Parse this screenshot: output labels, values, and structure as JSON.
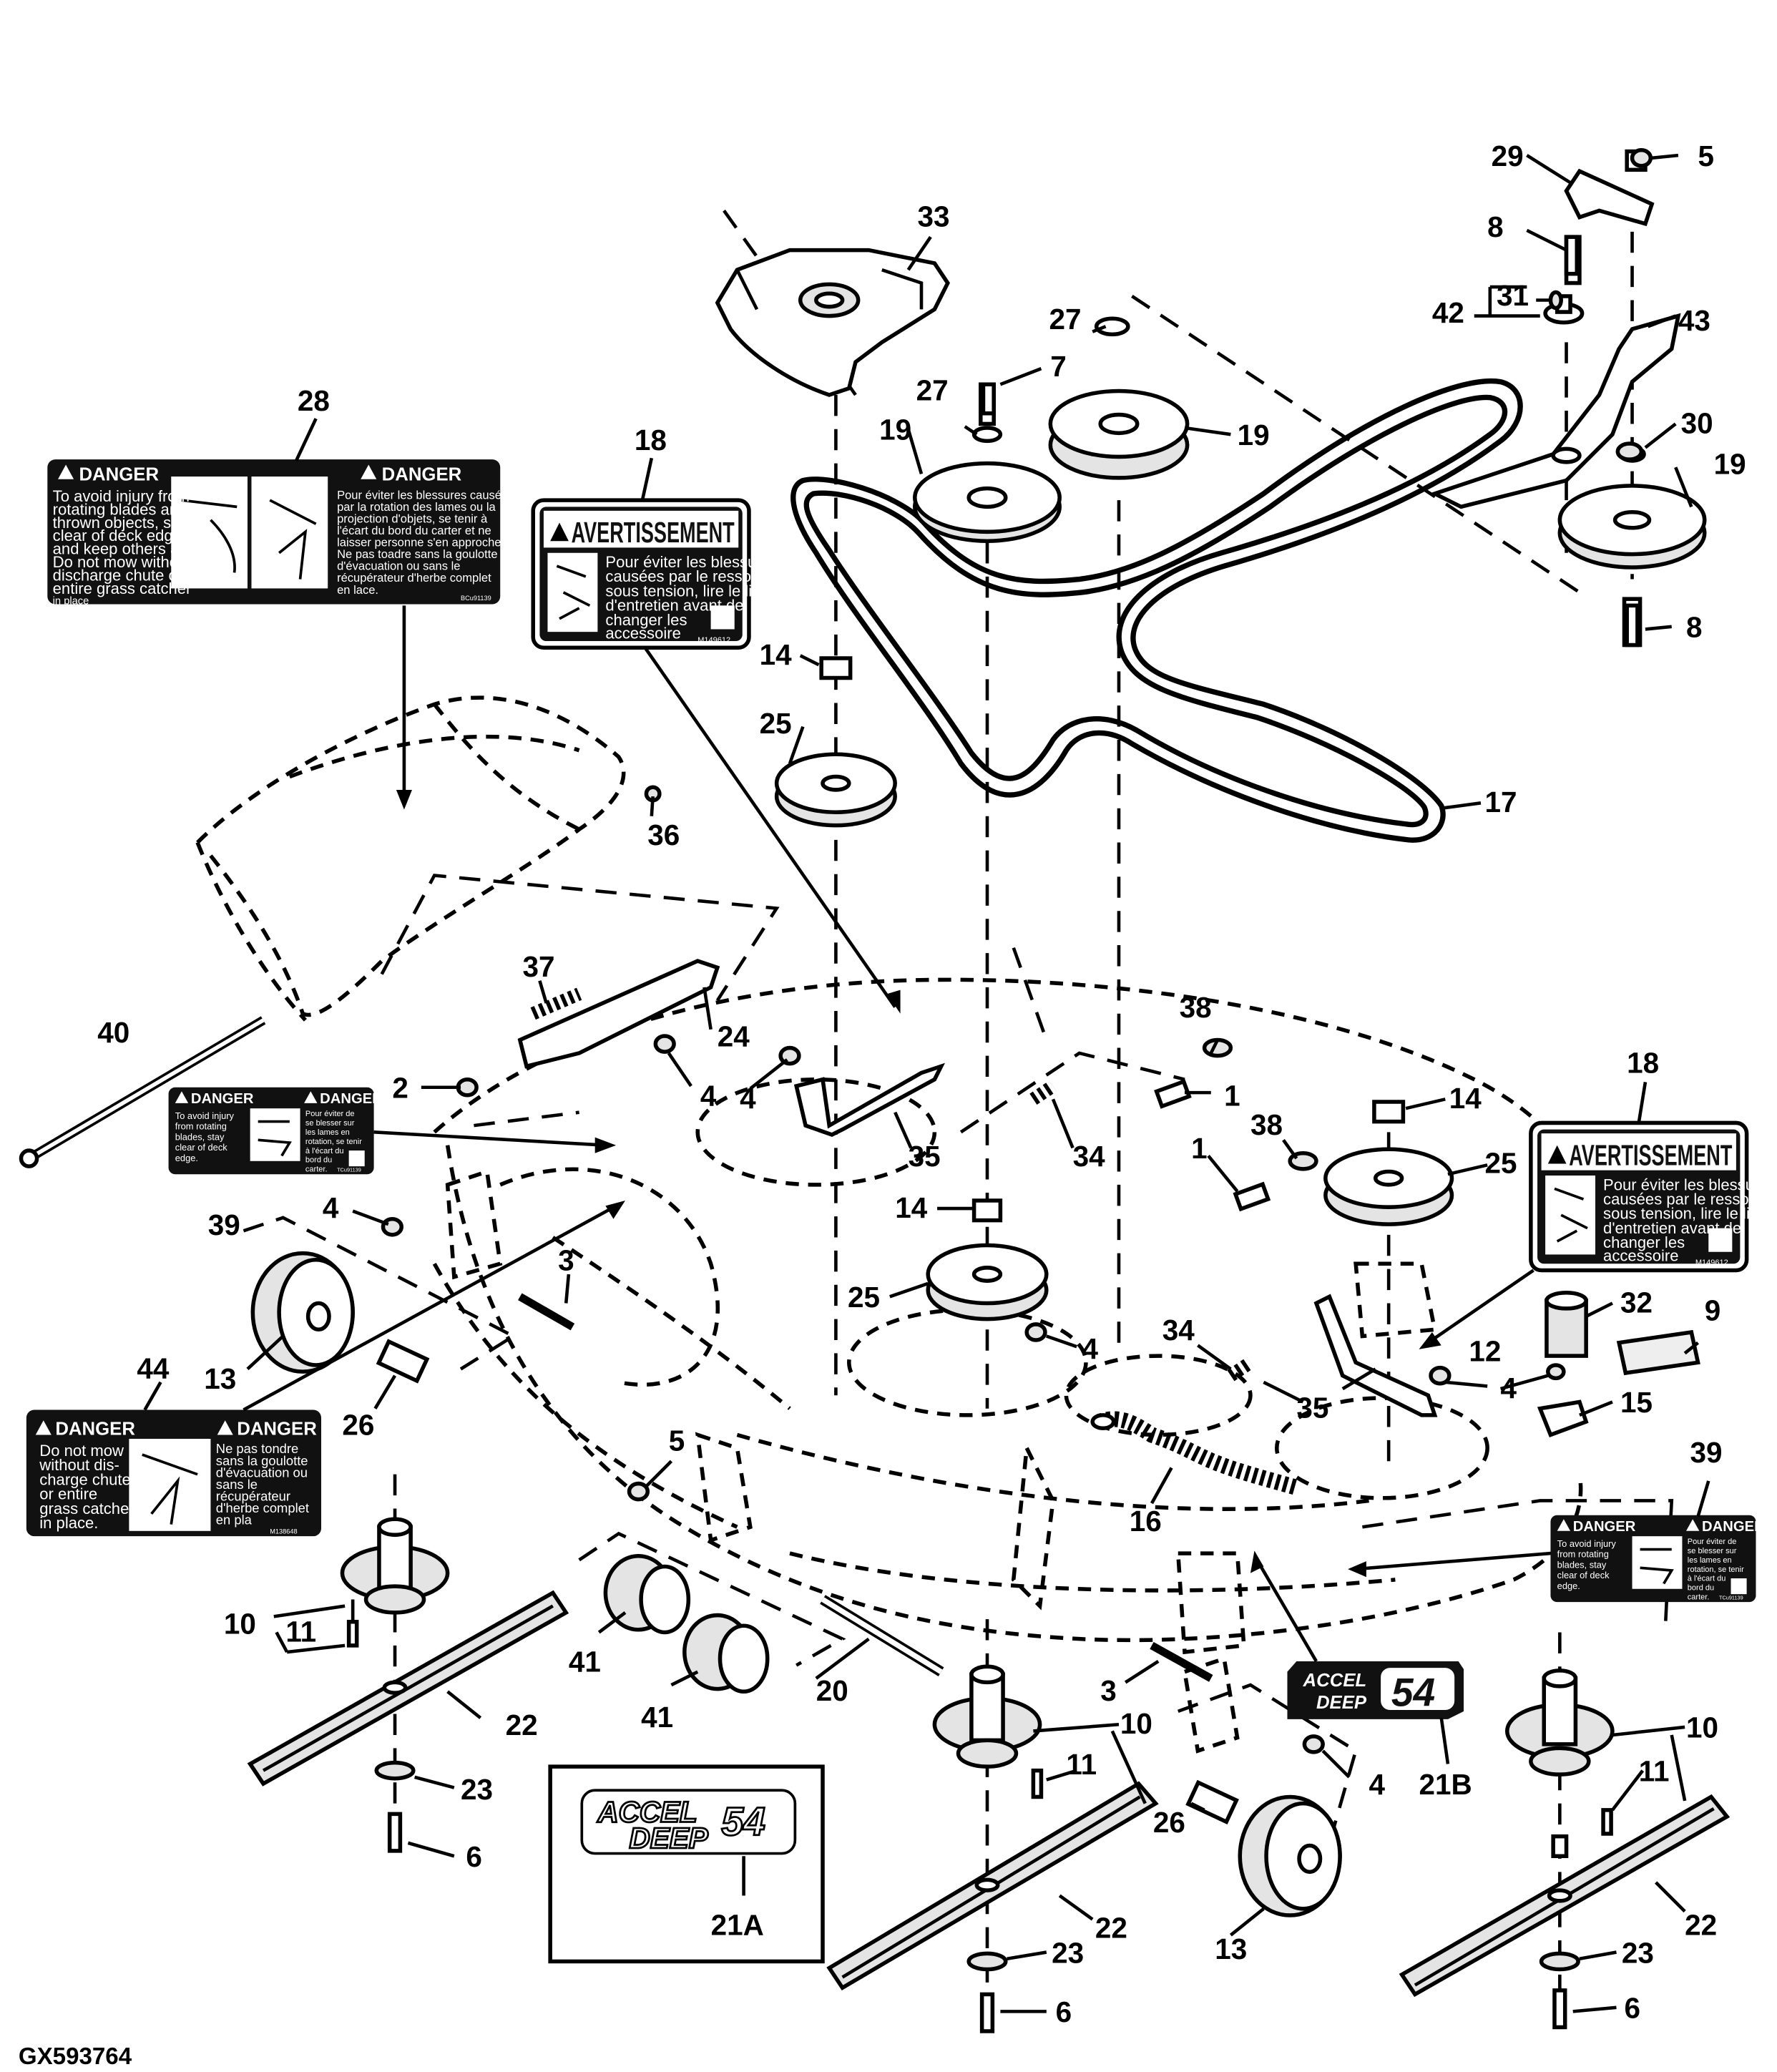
{
  "figure_id": "GX593764",
  "callouts": {
    "c1a": "1",
    "c1b": "1",
    "c2": "2",
    "c3a": "3",
    "c3b": "3",
    "c4a": "4",
    "c4b": "4",
    "c4c": "4",
    "c4d": "4",
    "c4e": "4",
    "c4f": "4",
    "c5a": "5",
    "c5b": "5",
    "c6a": "6",
    "c6b": "6",
    "c6c": "6",
    "c7": "7",
    "c8a": "8",
    "c8b": "8",
    "c9": "9",
    "c10a": "10",
    "c10b": "10",
    "c10c": "10",
    "c11a": "11",
    "c11b": "11",
    "c11c": "11",
    "c12": "12",
    "c13a": "13",
    "c13b": "13",
    "c14a": "14",
    "c14b": "14",
    "c14c": "14",
    "c15": "15",
    "c16": "16",
    "c17": "17",
    "c18a": "18",
    "c18b": "18",
    "c19a": "19",
    "c19b": "19",
    "c19c": "19",
    "c20": "20",
    "c21a": "21A",
    "c21b": "21B",
    "c22a": "22",
    "c22b": "22",
    "c22c": "22",
    "c23a": "23",
    "c23b": "23",
    "c23c": "23",
    "c24": "24",
    "c25a": "25",
    "c25b": "25",
    "c25c": "25",
    "c26a": "26",
    "c26b": "26",
    "c27a": "27",
    "c27b": "27",
    "c28": "28",
    "c29": "29",
    "c30": "30",
    "c31": "31",
    "c32": "32",
    "c33": "33",
    "c34a": "34",
    "c34b": "34",
    "c35a": "35",
    "c35b": "35",
    "c36": "36",
    "c37": "37",
    "c38a": "38",
    "c38b": "38",
    "c39a": "39",
    "c39b": "39",
    "c40": "40",
    "c41a": "41",
    "c41b": "41",
    "c42": "42",
    "c43": "43",
    "c44": "44"
  },
  "labels": {
    "danger": "DANGER",
    "avertissement": "AVERTISSEMENT",
    "accel": "ACCEL",
    "deep": "DEEP",
    "model_number": "54",
    "danger_28_en": [
      "To avoid injury from",
      "rotating blades and",
      "thrown objects, stay",
      "clear of deck edge",
      "and keep others away.",
      "Do not mow without",
      "discharge chute or",
      "entire grass catcher",
      "in place"
    ],
    "danger_28_fr": [
      "Pour éviter les blessures causées",
      "par la rotation des lames ou la",
      "projection d'objets, se tenir à",
      "l'écart du bord du carter et ne",
      "laisser personne s'en approcher.",
      "Ne pas toadre sans la goulotte",
      "d'évacuation ou sans le",
      "récupérateur d'herbe complet",
      "en  lace."
    ],
    "danger_28_code": "BCu91139",
    "avert_text": [
      "Pour éviter les blessures",
      "causées par le ressort",
      "sous tension, lire le livret",
      "d'entretien avant de",
      "changer les",
      "accessoire"
    ],
    "avert_code": "M149612",
    "danger_39_en": [
      "To avoid injury",
      "from rotating",
      "blades, stay",
      "clear of deck",
      "edge."
    ],
    "danger_39_fr": [
      "Pour éviter de",
      "se blesser sur",
      "les lames en",
      "rotation, se tenir",
      "à l'écart du",
      "bord du",
      "carter."
    ],
    "danger_39_code": "TCu91139",
    "danger_44_en": [
      "Do not mow",
      "without dis-",
      "charge chute",
      "or entire",
      "grass catcher",
      "in place."
    ],
    "danger_44_fr": [
      "Ne pas tondre",
      "sans la goulotte",
      "d'évacuation ou",
      "sans le",
      "récupérateur",
      "d'herbe complet",
      "en pla"
    ],
    "danger_44_code": "M138648"
  },
  "colors": {
    "ink": "#000000",
    "decal_dark": "#111111",
    "paper": "#ffffff"
  },
  "icons": [
    "warning-triangle-icon",
    "rotating-blade-hand-icon",
    "thrown-object-person-icon",
    "spring-hand-icon",
    "read-manual-icon"
  ]
}
